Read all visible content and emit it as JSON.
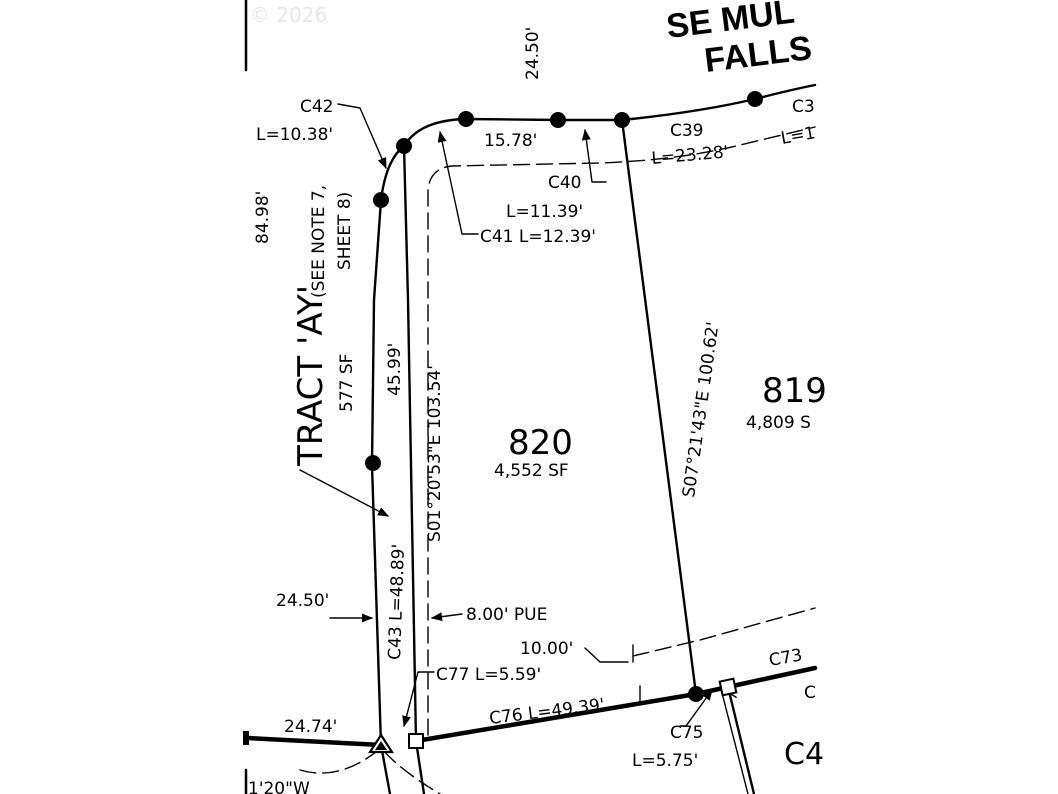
{
  "watermark": "© 2026",
  "street": {
    "line1": "SE MUL",
    "line2": "FALLS"
  },
  "lot_main": {
    "number": "820",
    "area": "4,552 SF"
  },
  "lot_right": {
    "number": "819",
    "area": "4,809 S"
  },
  "tract": {
    "name": "TRACT 'AY'",
    "area": "577 SF",
    "note": "(SEE NOTE 7,",
    "note2": "SHEET 8)"
  },
  "labels": {
    "top_width": "24.50'",
    "left_depth": "84.98'",
    "c42": "C42",
    "c42_len": "L=10.38'",
    "seg_1578": "15.78'",
    "c39": "C39",
    "c39_len": "L=23.28'",
    "c39_len2": "L=1",
    "c3x": "C3",
    "c40": "C40",
    "c40_len": "L=11.39'",
    "c41": "C41  L=12.39'",
    "seg_4599": "45.99'",
    "bearing_left": "S01°20'53\"E 103.54'",
    "bearing_right": "S07°21'43\"E 100.62'",
    "c43": "C43  L=48.89'",
    "width_left": "24.50'",
    "pue": "8.00' PUE",
    "ten": "10.00'",
    "c77": "C77  L=5.59'",
    "c76": "C76  L=49.39'",
    "c73": "C73",
    "c_right": "C",
    "seg_2474": "24.74'",
    "c75": "C75",
    "c75_len": "L=5.75'",
    "c4": "C4",
    "bottom_bearing": "1'20\"W"
  }
}
